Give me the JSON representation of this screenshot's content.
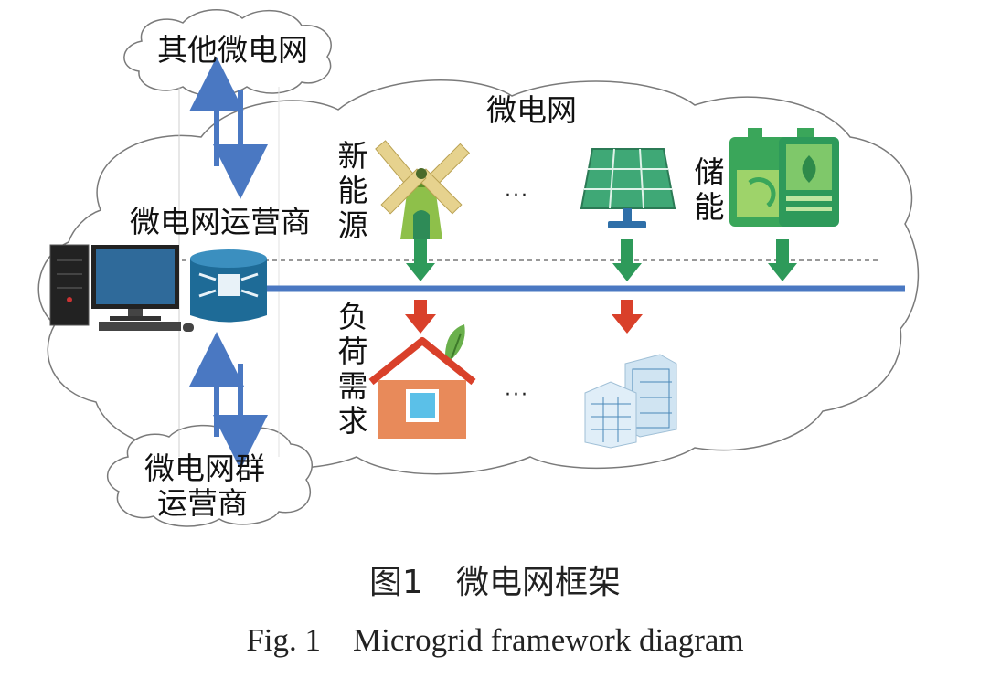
{
  "diagram": {
    "labels": {
      "other_microgrid": "其他微电网",
      "microgrid": "微电网",
      "operator": "微电网运营商",
      "new_energy": "新能源",
      "storage": "储能",
      "load_demand": "负荷需求",
      "group_operator_line1": "微电网群",
      "group_operator_line2": "运营商",
      "ellipsis_top": "···",
      "ellipsis_bottom": "···"
    },
    "colors": {
      "bus_line": "#4a78c2",
      "double_arrow": "#4a78c2",
      "green_arrow": "#2e9a5a",
      "red_arrow": "#d9402a",
      "cloud_stroke": "#7a7a7a"
    },
    "icons": [
      "computer-tower-icon",
      "monitor-icon",
      "keyboard-icon",
      "router-icon",
      "windmill-icon",
      "solar-panel-icon",
      "battery-icon",
      "house-icon",
      "buildings-icon"
    ]
  },
  "caption": {
    "cn": "图1　微电网框架",
    "en": "Fig. 1　Microgrid framework diagram"
  }
}
